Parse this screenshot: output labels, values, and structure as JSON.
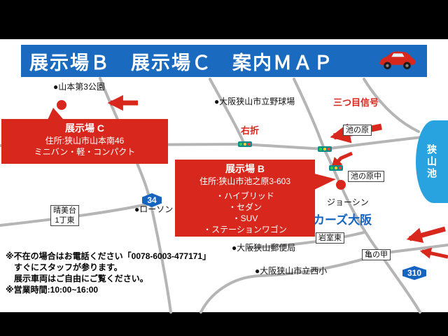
{
  "header": {
    "title": "展示場Ｂ　展示場Ｃ　案内ＭＡＰ"
  },
  "colors": {
    "header_blue": "#1a6bbf",
    "callout_red": "#d8281e",
    "lake_blue": "#29a3e0",
    "route_sign_blue": "#1565c0"
  },
  "callouts": {
    "c": {
      "title": "展示場 C",
      "address": "住所:狭山市山本南46",
      "vehicles": "ミニバン・軽・コンパクト"
    },
    "b": {
      "title": "展示場 B",
      "address": "住所:狭山市池之原3-603",
      "v1": "・ハイブリッド",
      "v2": "・セダン",
      "v3": "・SUV",
      "v4": "・ステーションワゴン"
    }
  },
  "labels": {
    "yamamoto_park": "●山本第3公園",
    "baseball_stadium": "●大阪狭山市立野球場",
    "third_signal": "三つ目信号",
    "turn_right": "右折",
    "ikenohara": "池の原",
    "ikenohara_naka": "池の原中",
    "sayama_lake": "狭山池",
    "joshin": "ジョーシン",
    "cars_osaka": "カーズ大阪",
    "iwamuro_higashi": "岩室東",
    "kame_no_ko": "亀の甲",
    "harumidai_1": "晴美台",
    "harumidai_2": "1丁東",
    "lawson": "●ローソン",
    "post_office": "●大阪狭山郵便局",
    "nishi_elementary": "●大阪狭山市立西小",
    "route_34": "34",
    "route_310": "310"
  },
  "notes": {
    "line1": "※不在の場合はお電話ください「0078-6003-477171」",
    "line2": "すぐにスタッフが参ります。",
    "line3": "展示車両はご自由にご覧ください。",
    "line4": "※営業時間:10:00~16:00"
  }
}
